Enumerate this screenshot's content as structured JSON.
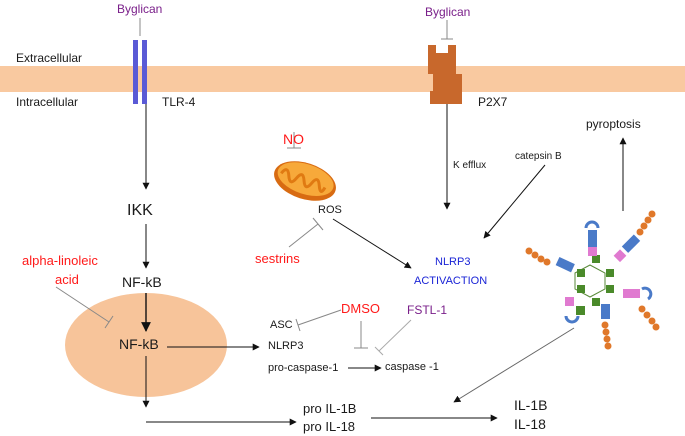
{
  "regions": {
    "extracellular": "Extracellular",
    "intracellular": "Intracellular"
  },
  "receptors": {
    "tlr4": "TLR-4",
    "p2x7": "P2X7"
  },
  "ligands": {
    "byglican_tlr4": "Byglican",
    "byglican_p2x7": "Byglican"
  },
  "nodes": {
    "ikk": "IKK",
    "nfkb_cytoplasm": "NF-kB",
    "nfkb_nucleus": "NF-kB",
    "no": "NO",
    "ros": "ROS",
    "sestrins": "sestrins",
    "k_efflux": "K efflux",
    "catepsin_b": "catepsin B",
    "nlrp3_activation_line1": "NLRP3",
    "nlrp3_activation_line2": "ACTIVACTION",
    "pyroptosis": "pyroptosis",
    "alpha_linoleic_line1": "alpha-linoleic",
    "alpha_linoleic_line2": "acid",
    "dmso": "DMSO",
    "fstl1": "FSTL-1",
    "asc": "ASC",
    "nlrp3": "NLRP3",
    "pro_caspase": "pro-caspase-1",
    "caspase": "caspase -1",
    "pro_il1b": "pro IL-1B",
    "pro_il18": "pro IL-18",
    "il1b": "IL-1B",
    "il18": "IL-18"
  },
  "colors": {
    "membrane": "#f9c9a0",
    "nucleus": "#f7c49a",
    "tlr4": "#5a5ad6",
    "p2x7": "#c8682c",
    "inhibitor_red": "#ff1a1a",
    "purple": "#7a1f8a",
    "blue": "#1a24d6",
    "mitochondria": "#f28a1e"
  }
}
